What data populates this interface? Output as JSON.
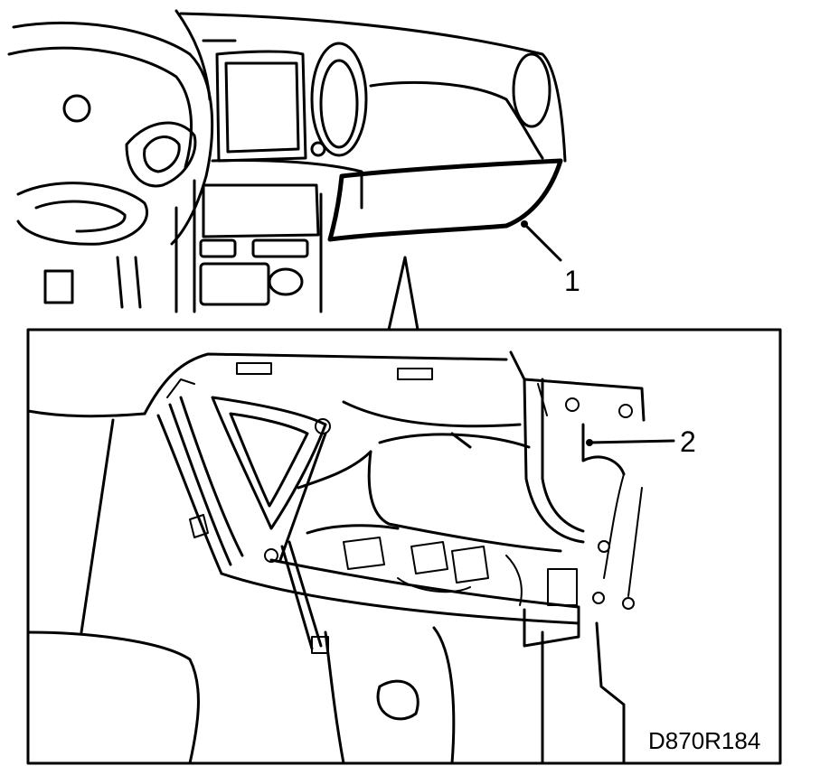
{
  "callouts": [
    {
      "id": "1",
      "text": "1"
    },
    {
      "id": "2",
      "text": "2"
    }
  ],
  "figure_code": "D870R184"
}
